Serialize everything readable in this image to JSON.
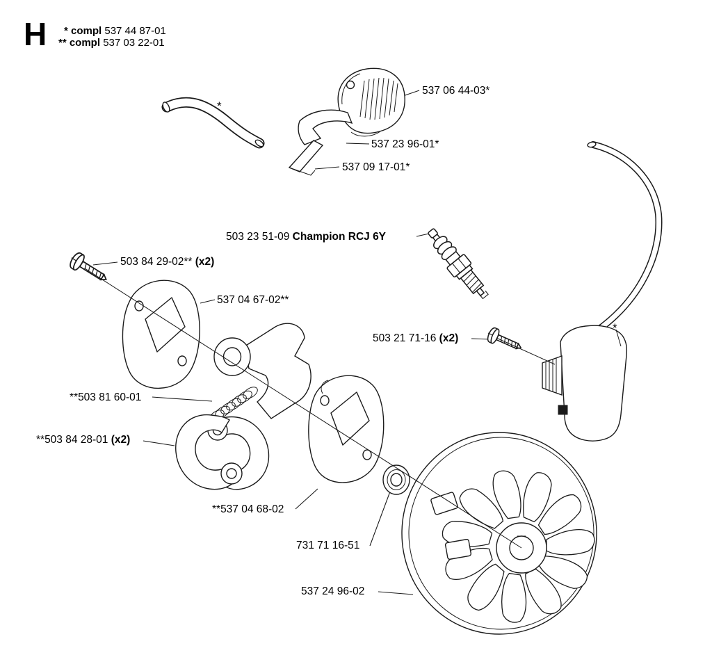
{
  "header": {
    "section_letter": "H",
    "note1_prefix": "* compl",
    "note1_number": "537 44 87-01",
    "note2_prefix": "** compl",
    "note2_number": "537 03 22-01"
  },
  "labels": {
    "muffler_cover": "537 06 44-03*",
    "deflector": "537 23 96-01*",
    "bracket": "537 09 17-01*",
    "fuel_hose_marker": "*",
    "spark_plug_number": "503 23 51-09",
    "spark_plug_name": "Champion RCJ 6Y",
    "clutch_screw_number": "503 84 29-02**",
    "clutch_screw_qty": "(x2)",
    "clutch_plate_front": "537 04 67-02**",
    "module_screw_number": "503 21 71-16",
    "module_screw_qty": "(x2)",
    "ignition_module_marker": "*",
    "spring": "**503 81 60-01",
    "clutch_shoe_number": "**503 84 28-01",
    "clutch_shoe_qty": "(x2)",
    "clutch_plate_rear": "**537 04 68-02",
    "washer": "731 71 16-51",
    "flywheel": "537 24 96-02"
  }
}
